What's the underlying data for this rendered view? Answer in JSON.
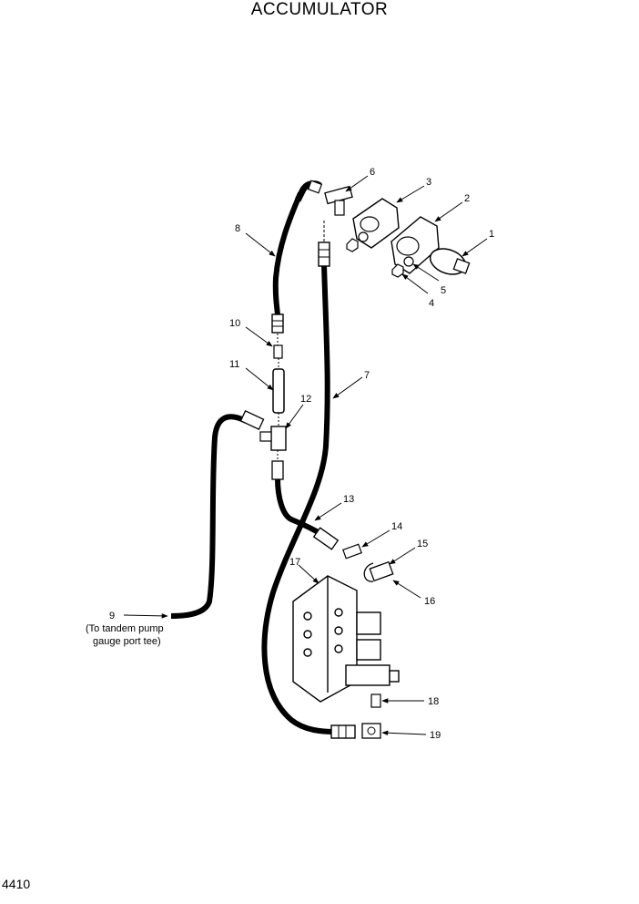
{
  "title": "ACCUMULATOR",
  "page_number": "4410",
  "callouts": [
    {
      "id": "1",
      "label": "1"
    },
    {
      "id": "2",
      "label": "2"
    },
    {
      "id": "3",
      "label": "3"
    },
    {
      "id": "4",
      "label": "4"
    },
    {
      "id": "5",
      "label": "5"
    },
    {
      "id": "6",
      "label": "6"
    },
    {
      "id": "7",
      "label": "7"
    },
    {
      "id": "8",
      "label": "8"
    },
    {
      "id": "9",
      "label": "9"
    },
    {
      "id": "10",
      "label": "10"
    },
    {
      "id": "11",
      "label": "11"
    },
    {
      "id": "12",
      "label": "12"
    },
    {
      "id": "13",
      "label": "13"
    },
    {
      "id": "14",
      "label": "14"
    },
    {
      "id": "15",
      "label": "15"
    },
    {
      "id": "16",
      "label": "16"
    },
    {
      "id": "17",
      "label": "17"
    },
    {
      "id": "18",
      "label": "18"
    },
    {
      "id": "19",
      "label": "19"
    }
  ],
  "note_9": {
    "line1": "(To tandem pump",
    "line2": "gauge port tee)"
  }
}
